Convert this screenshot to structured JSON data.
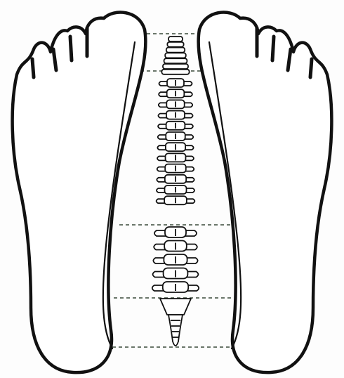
{
  "diagram": {
    "feet": [
      "left-foot-sole",
      "right-foot-sole"
    ],
    "spine": {
      "regions": [
        "cervical",
        "thoracic",
        "lumbar",
        "sacrum",
        "coccyx"
      ],
      "vertebra_counts": {
        "cervical": 7,
        "thoracic": 12,
        "lumbar": 5
      }
    },
    "guide_lines": 5,
    "colors": {
      "outline": "#111111",
      "guide_line": "#3a4a3a",
      "background": "#fdfdfd"
    }
  }
}
